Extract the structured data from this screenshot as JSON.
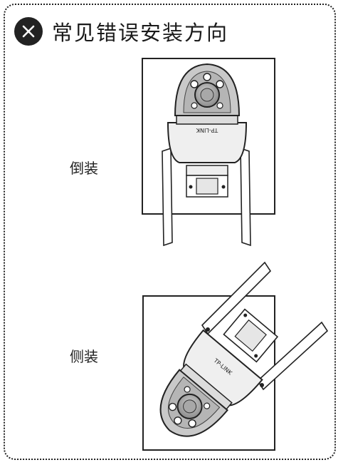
{
  "header": {
    "title": "常见错误安装方向",
    "icon": "close-icon"
  },
  "examples": [
    {
      "label": "倒装",
      "logo_text": "TP-LINK"
    },
    {
      "label": "侧装",
      "logo_text": "TP-LINK"
    }
  ],
  "colors": {
    "outline": "#222222",
    "lens_gray": "#9a9a9a",
    "dome_gray": "#c9c9c9",
    "body_light": "#efefef"
  }
}
